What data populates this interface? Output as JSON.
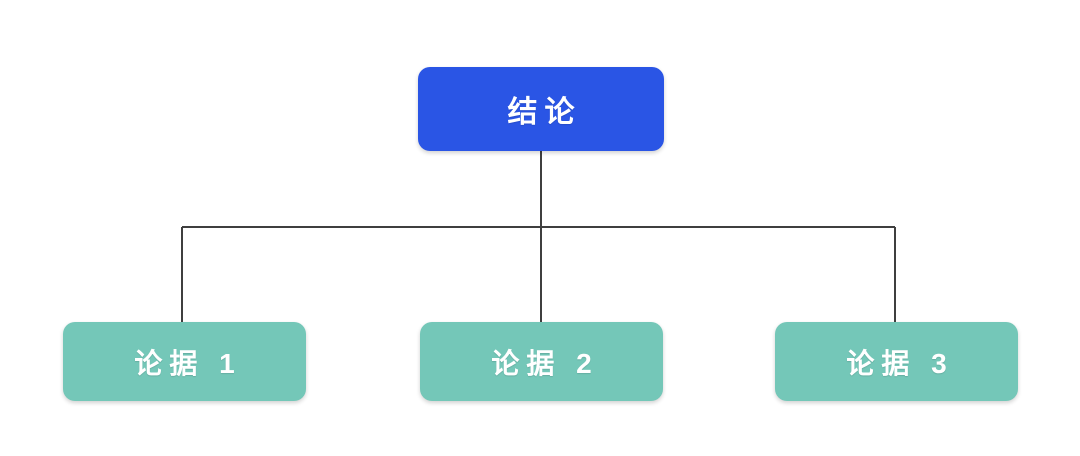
{
  "diagram": {
    "type": "tree",
    "orientation": "top-down",
    "background_color": "#ffffff",
    "connector_color": "#3f3f3f",
    "root": {
      "label": "结论",
      "fill_color": "#2a55e5",
      "text_color": "#ffffff"
    },
    "children": [
      {
        "label": "论据 1",
        "fill_color": "#74c7b8",
        "text_color": "#ffffff"
      },
      {
        "label": "论据 2",
        "fill_color": "#74c7b8",
        "text_color": "#ffffff"
      },
      {
        "label": "论据 3",
        "fill_color": "#74c7b8",
        "text_color": "#ffffff"
      }
    ]
  }
}
